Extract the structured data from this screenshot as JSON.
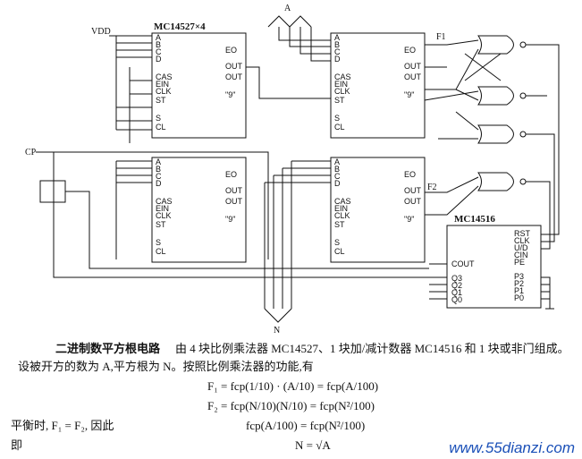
{
  "labels": {
    "chip_title": "MC14527×4",
    "counter_title": "MC14516",
    "vdd": "VDD",
    "cp": "CP",
    "a_bus": "A",
    "n_bus": "N",
    "f1": "F1",
    "f2": "F2"
  },
  "mul_left_pins": [
    "A",
    "B",
    "C",
    "D",
    "CAS",
    "EIN",
    "CLK",
    "ST",
    "S",
    "CL"
  ],
  "mul_right_pins": [
    "EO",
    "OUT",
    "OUT",
    "\"9\""
  ],
  "counter_right_pins": [
    "RST",
    "CLK",
    "U/D",
    "CIN",
    "PE",
    "P3",
    "P2",
    "P1",
    "P0"
  ],
  "counter_left_pins": [
    "COUT",
    "Q3",
    "Q2",
    "Q1",
    "Q0"
  ],
  "caption": {
    "title": "二进制数平方根电路",
    "line1": "由 4 块比例乘法器 MC14527、1 块加/减计数器 MC14516 和 1 块或非门组成。",
    "line2": "设被开方的数为 A,平方根为 N。按照比例乘法器的功能,有",
    "eq1": "F₁ = fcp(1/10) · (A/10) = fcp(A/100)",
    "eq2": "F₂ = fcp(N/10)(N/10) = fcp(N²/100)",
    "balance": "平衡时, F₁ = F₂, 因此",
    "eq3": "fcp(A/100) = fcp(N²/100)",
    "therefore": "即",
    "result": "N = √A"
  },
  "watermark": "www.55dianzi.com"
}
